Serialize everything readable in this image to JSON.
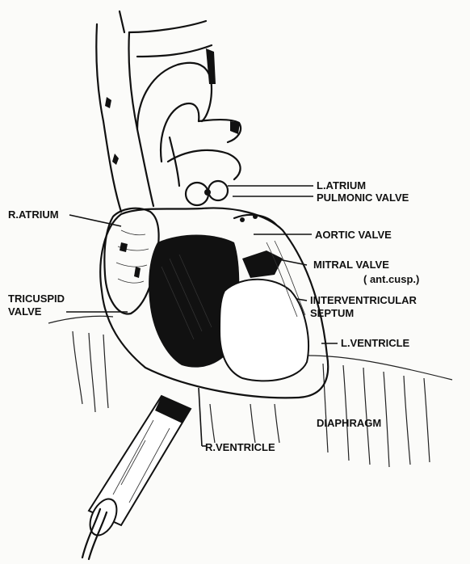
{
  "labels": {
    "l_atrium": "L.ATRIUM",
    "pulmonic_valve": "PULMONIC VALVE",
    "r_atrium": "R.ATRIUM",
    "aortic_valve": "AORTIC VALVE",
    "mitral_valve": "MITRAL VALVE",
    "mitral_valve_sub": "( ant.cusp.)",
    "tricuspid_valve_line1": "TRICUSPID",
    "tricuspid_valve_line2": "VALVE",
    "interventricular_line1": "INTERVENTRICULAR",
    "interventricular_line2": "SEPTUM",
    "l_ventricle": "L.VENTRICLE",
    "diaphragm": "DIAPHRAGM",
    "r_ventricle": "R.VENTRICLE"
  }
}
